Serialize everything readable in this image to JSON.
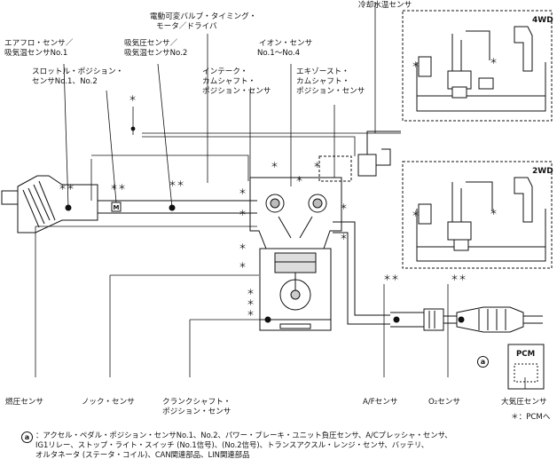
{
  "labels": {
    "coolant_temp_sensor": "冷却水温センサ",
    "ovc_title_1": "電動可変バルブ・タイミング・",
    "ovc_title_2": "モータ／ドライバ",
    "maf_1": "エアフロ・センサ／",
    "maf_2": "吸気温センサNo.1",
    "map_1": "吸気圧センサ／",
    "map_2": "吸気温センサNo.2",
    "ion_1": "イオン・センサ",
    "ion_2": "No.1〜No.4",
    "tps_1": "スロットル・ポジション・",
    "tps_2": "センサNo.1、No.2",
    "intake_cam_1": "インテーク・",
    "intake_cam_2": "カムシャフト・",
    "intake_cam_3": "ポジション・センサ",
    "exhaust_cam_1": "エキゾースト・",
    "exhaust_cam_2": "カムシャフト・",
    "exhaust_cam_3": "ポジション・センサ",
    "fuel_pressure": "燃圧センサ",
    "knock": "ノック・センサ",
    "crank_1": "クランクシャフト・",
    "crank_2": "ポジション・センサ",
    "af_sensor": "A/Fセンサ",
    "o2_sensor": "O₂センサ",
    "baro": "大気圧センサ",
    "pcm": "PCM",
    "pcm_note": "＊：PCMへ",
    "box_4wd": "4WD",
    "box_2wd": "2WD",
    "marker_a": "a",
    "star": "＊",
    "star_pair": "＊＊"
  },
  "legend": {
    "marker": "a",
    "line1": "：アクセル・ペダル・ポジション・センサNo.1、No.2、パワー・ブレーキ・ユニット負圧センサ、A/Cプレッシャ・センサ、",
    "line2": "IG1リレー、ストップ・ライト・スイッチ (No.1信号)、(No.2信号)、トランスアクスル・レンジ・センサ、バッテリ、",
    "line3": "オルタネータ (ステータ・コイル)、CAN関連部品、LIN関連部品"
  }
}
